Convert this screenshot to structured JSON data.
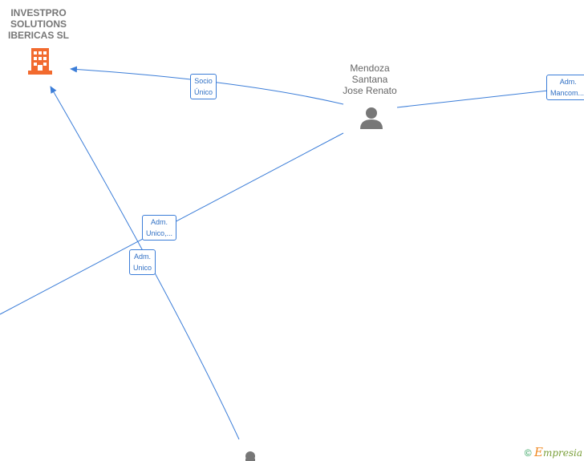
{
  "nodes": {
    "company": {
      "lines": [
        "INVESTPRO",
        "SOLUTIONS",
        "IBERICAS  SL"
      ]
    },
    "person": {
      "lines": [
        "Mendoza",
        "Santana",
        "Jose Renato"
      ]
    }
  },
  "edges": {
    "socio": {
      "lines": [
        "Socio",
        "Único"
      ]
    },
    "adm_mancom": {
      "lines": [
        "Adm.",
        "Mancom...."
      ]
    },
    "adm_unico_etc": {
      "lines": [
        "Adm.",
        "Unico,..."
      ]
    },
    "adm_unico": {
      "lines": [
        "Adm.",
        "Unico"
      ]
    }
  },
  "footer": {
    "copyright": "©",
    "brand_initial": "E",
    "brand_rest": "mpresia"
  },
  "colors": {
    "edge": "#3b7dd8",
    "company_icon": "#f26a2e",
    "person_icon": "#777777"
  }
}
